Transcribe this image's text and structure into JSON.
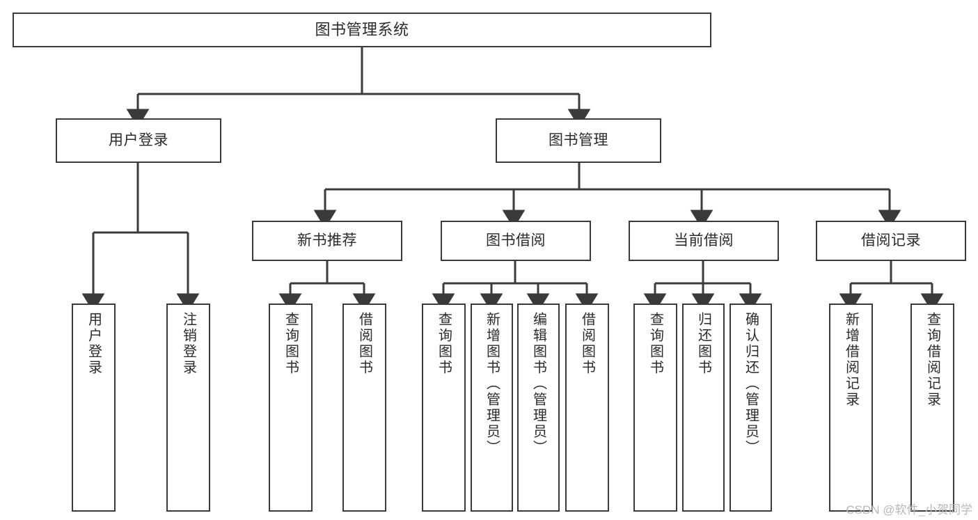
{
  "diagram": {
    "type": "tree",
    "title": "图书管理系统",
    "background_color": "#ffffff",
    "line_color": "#3a3a3a",
    "text_color": "#2b2b2b",
    "nodes": {
      "root": {
        "label": "图书管理系统"
      },
      "level1": [
        {
          "id": "user-login",
          "label": "用户登录"
        },
        {
          "id": "book-manage",
          "label": "图书管理"
        }
      ],
      "level2": [
        {
          "id": "new-book-recommend",
          "label": "新书推荐"
        },
        {
          "id": "book-borrow",
          "label": "图书借阅"
        },
        {
          "id": "current-borrow",
          "label": "当前借阅"
        },
        {
          "id": "borrow-record",
          "label": "借阅记录"
        }
      ],
      "leaves": [
        {
          "id": "leaf-user-login",
          "label": "用户登录",
          "parent": "user-login"
        },
        {
          "id": "leaf-logout",
          "label": "注销登录",
          "parent": "user-login"
        },
        {
          "id": "leaf-query-book-1",
          "label": "查询图书",
          "parent": "new-book-recommend"
        },
        {
          "id": "leaf-borrow-book-1",
          "label": "借阅图书",
          "parent": "new-book-recommend"
        },
        {
          "id": "leaf-query-book-2",
          "label": "查询图书",
          "parent": "book-borrow"
        },
        {
          "id": "leaf-add-book",
          "label": "新增图书（管理员）",
          "parent": "book-borrow"
        },
        {
          "id": "leaf-edit-book",
          "label": "编辑图书（管理员）",
          "parent": "book-borrow"
        },
        {
          "id": "leaf-borrow-book-2",
          "label": "借阅图书",
          "parent": "book-borrow"
        },
        {
          "id": "leaf-query-book-3",
          "label": "查询图书",
          "parent": "current-borrow"
        },
        {
          "id": "leaf-return-book",
          "label": "归还图书",
          "parent": "current-borrow"
        },
        {
          "id": "leaf-confirm-return",
          "label": "确认归还（管理员）",
          "parent": "current-borrow"
        },
        {
          "id": "leaf-add-record",
          "label": "新增借阅记录",
          "parent": "borrow-record"
        },
        {
          "id": "leaf-query-record",
          "label": "查询借阅记录",
          "parent": "borrow-record"
        }
      ]
    }
  },
  "watermark": {
    "text": "CSDN @软件_小贺同学"
  }
}
